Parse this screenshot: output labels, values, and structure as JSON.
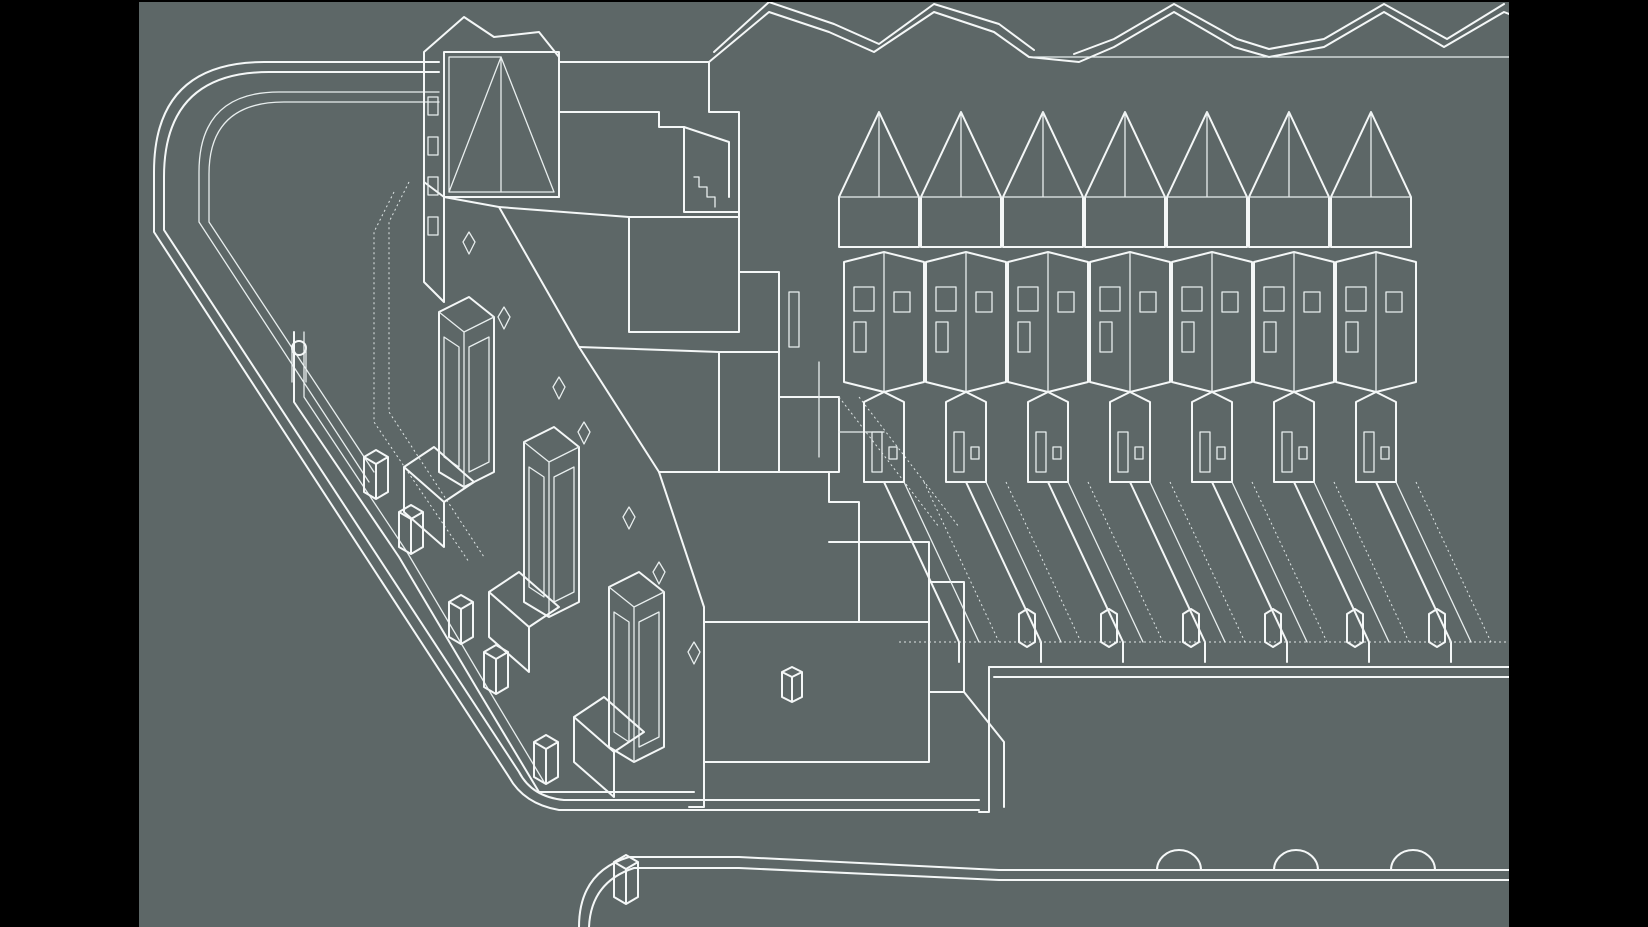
{
  "image": {
    "kind": "axonometric line drawing, white lines on grey, inside black slide frame",
    "background_color": "#5d6767",
    "frame_color": "#000000",
    "line_color": "#f4f7f7"
  },
  "terraced_houses": {
    "count": 7
  },
  "corner_block": {
    "bay_windows": 3,
    "entrance_canopies": 3
  },
  "gate_piers": 5,
  "driveway_bollards": 6,
  "street_arches": 3
}
